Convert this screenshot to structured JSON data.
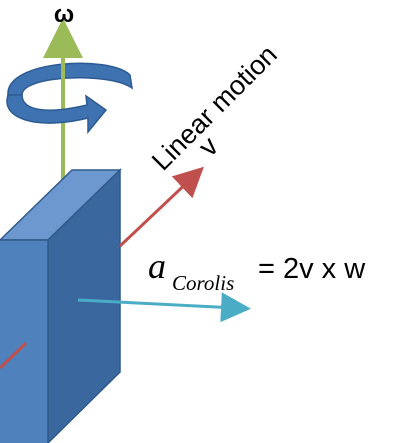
{
  "labels": {
    "omega": "ω",
    "linear_motion": "Linear motion",
    "velocity": "v",
    "accel_symbol": "a",
    "accel_subscript": "Corolis",
    "equation_rhs": "= 2v x w"
  },
  "colors": {
    "box_front": "#4f81bd",
    "box_side": "#3a679e",
    "box_top": "#6c98cf",
    "box_edge": "#2f5a8c",
    "rotation_arrow": "#3f72b0",
    "rotation_arrow_edge": "#2d5b92",
    "omega_axis": "#9bbb59",
    "velocity_arrow": "#c0504d",
    "coriolis_arrow": "#4bacc6",
    "text": "#000000"
  }
}
